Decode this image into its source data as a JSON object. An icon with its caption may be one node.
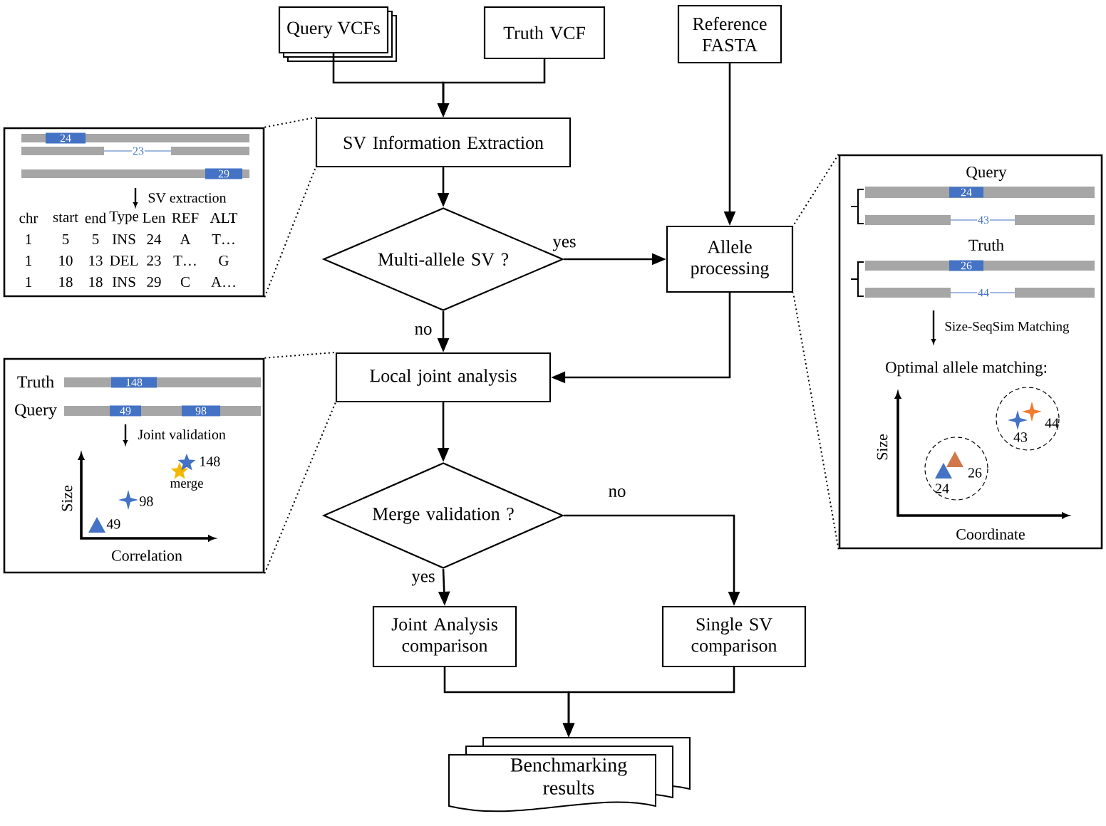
{
  "diagram": {
    "nodes": [
      {
        "text": [
          "Query VCFs"
        ]
      },
      {
        "text": [
          "Truth VCF"
        ]
      },
      {
        "text": [
          "Reference FASTA"
        ]
      },
      {
        "text": [
          "SV Information Extraction"
        ]
      },
      {
        "text": [
          "Multi-allele SV ?"
        ]
      },
      {
        "text": [
          "Allele processing"
        ]
      },
      {
        "text": [
          "Local joint analysis"
        ]
      },
      {
        "text": [
          "Merge validation ?"
        ]
      },
      {
        "text": [
          "Joint Analysis comparison"
        ]
      },
      {
        "text": [
          "Single SV comparison"
        ]
      },
      {
        "text": [
          "Benchmarking results"
        ]
      },
      {
        "text": [
          "24",
          "23",
          "29",
          "SV extraction",
          "chr",
          "start",
          "end",
          "Type",
          "Len",
          "REF",
          "ALT",
          "1",
          "5",
          "5",
          "INS",
          "24",
          "A",
          "T…",
          "1",
          "10",
          "13",
          "DEL",
          "23",
          "T…",
          "G",
          "1",
          "18",
          "18",
          "INS",
          "29",
          "C",
          "A…"
        ]
      },
      {
        "text": [
          "Truth",
          "148",
          "Query",
          "49",
          "98",
          "Joint validation",
          "148",
          "merge",
          "98",
          "49",
          "Size",
          "Correlation"
        ]
      },
      {
        "text": [
          "Query",
          "24",
          "43",
          "Truth",
          "26",
          "44",
          "Size-SeqSim Matching",
          "Optimal allele matching:",
          "44",
          "43",
          "26",
          "24",
          "Size",
          "Coordinate"
        ]
      }
    ],
    "edges": [
      {
        "from": 0,
        "to": 3,
        "arrow": "to"
      },
      {
        "from": 1,
        "to": 3,
        "arrow": "to"
      },
      {
        "from": 3,
        "to": 4,
        "arrow": "to"
      },
      {
        "from": 2,
        "to": 5,
        "arrow": "to"
      },
      {
        "from": 4,
        "to": 5,
        "arrow": "to",
        "label": "yes"
      },
      {
        "from": 4,
        "to": 6,
        "arrow": "to",
        "label": "no"
      },
      {
        "from": 5,
        "to": 6,
        "arrow": "to"
      },
      {
        "from": 6,
        "to": 7,
        "arrow": "to"
      },
      {
        "from": 7,
        "to": 8,
        "arrow": "to",
        "label": "yes"
      },
      {
        "from": 7,
        "to": 9,
        "arrow": "to",
        "label": "no"
      },
      {
        "from": 8,
        "to": 10,
        "arrow": "to"
      },
      {
        "from": 9,
        "to": 10,
        "arrow": "to"
      },
      {
        "from": 11,
        "to": 3,
        "arrow": "none",
        "style": "dashed"
      },
      {
        "from": 11,
        "to": 3,
        "arrow": "none",
        "style": "dashed"
      },
      {
        "from": 12,
        "to": 6,
        "arrow": "none",
        "style": "dashed"
      },
      {
        "from": 12,
        "to": 6,
        "arrow": "none",
        "style": "dashed"
      },
      {
        "from": 13,
        "to": 5,
        "arrow": "none",
        "style": "dashed"
      },
      {
        "from": 13,
        "to": 5,
        "arrow": "none",
        "style": "dashed"
      }
    ]
  }
}
